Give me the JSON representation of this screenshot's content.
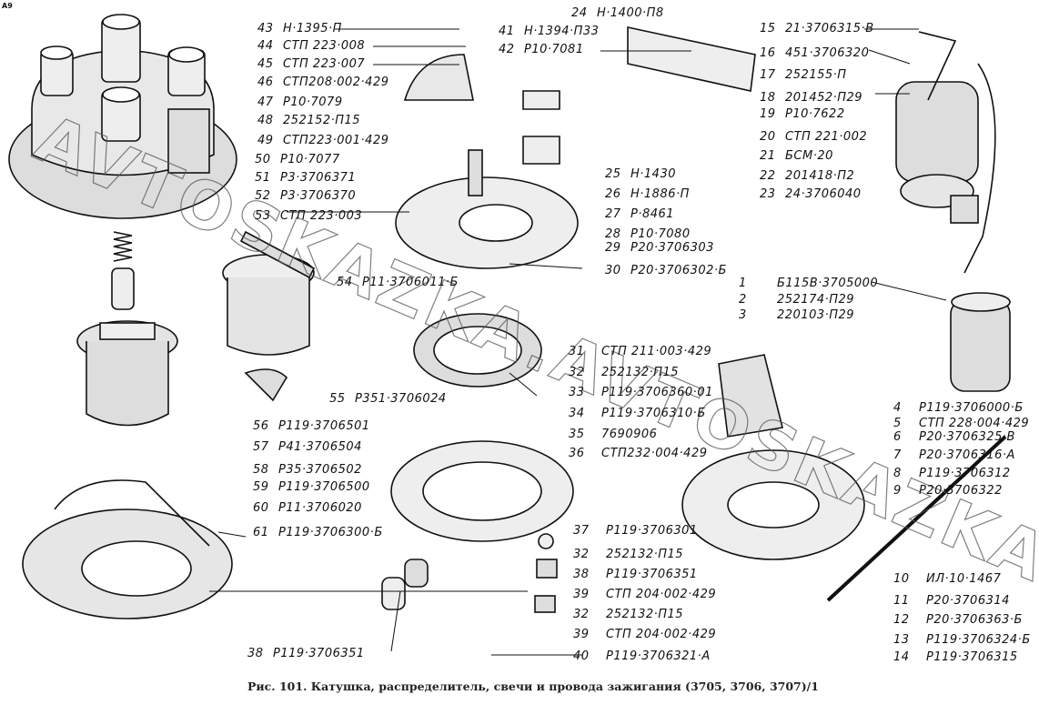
{
  "corner_mark": "A9",
  "watermark": "AVTOSKAZKA.AVTOSKAZKA.ONLINE",
  "caption": "Рис. 101. Катушка, распределитель, свечи и провода зажигания (3705, 3706, 3707)/1",
  "labels": [
    {
      "num": "43",
      "code": "Н·1395·П"
    },
    {
      "num": "44",
      "code": "СТП 223·008"
    },
    {
      "num": "45",
      "code": "СТП 223·007"
    },
    {
      "num": "46",
      "code": "СТП208·002·429"
    },
    {
      "num": "47",
      "code": "Р10·7079"
    },
    {
      "num": "48",
      "code": "252152·П15"
    },
    {
      "num": "49",
      "code": "СТП223·001·429"
    },
    {
      "num": "50",
      "code": "Р10·7077"
    },
    {
      "num": "51",
      "code": "Р3·3706371"
    },
    {
      "num": "52",
      "code": "Р3·3706370"
    },
    {
      "num": "53",
      "code": "СТП 223·003"
    },
    {
      "num": "54",
      "code": "Р11·3706011·Б"
    },
    {
      "num": "55",
      "code": "Р351·3706024"
    },
    {
      "num": "56",
      "code": "Р119·3706501"
    },
    {
      "num": "57",
      "code": "Р41·3706504"
    },
    {
      "num": "58",
      "code": "Р35·3706502"
    },
    {
      "num": "59",
      "code": "Р119·3706500"
    },
    {
      "num": "60",
      "code": "Р11·3706020"
    },
    {
      "num": "61",
      "code": "Р119·3706300·Б"
    },
    {
      "num": "41",
      "code": "Н·1394·П33"
    },
    {
      "num": "42",
      "code": "Р10·7081"
    },
    {
      "num": "24",
      "code": "Н·1400·П8"
    },
    {
      "num": "25",
      "code": "Н·1430"
    },
    {
      "num": "26",
      "code": "Н·1886·П"
    },
    {
      "num": "27",
      "code": "Р·8461"
    },
    {
      "num": "28",
      "code": "Р10·7080"
    },
    {
      "num": "29",
      "code": "Р20·3706303"
    },
    {
      "num": "30",
      "code": "Р20·3706302·Б"
    },
    {
      "num": "15",
      "code": "21·3706315·В"
    },
    {
      "num": "16",
      "code": "451·3706320"
    },
    {
      "num": "17",
      "code": "252155·П"
    },
    {
      "num": "18",
      "code": "201452·П29"
    },
    {
      "num": "19",
      "code": "Р10·7622"
    },
    {
      "num": "20",
      "code": "СТП 221·002"
    },
    {
      "num": "21",
      "code": "БСМ·20"
    },
    {
      "num": "22",
      "code": "201418·П2"
    },
    {
      "num": "23",
      "code": "24·3706040"
    },
    {
      "num": "1",
      "code": "Б115В·3705000"
    },
    {
      "num": "2",
      "code": "252174·П29"
    },
    {
      "num": "3",
      "code": "220103·П29"
    },
    {
      "num": "31",
      "code": "СТП 211·003·429"
    },
    {
      "num": "32",
      "code": "252132·П15"
    },
    {
      "num": "33",
      "code": "Р119·3706360·01"
    },
    {
      "num": "34",
      "code": "Р119·3706310·Б"
    },
    {
      "num": "35",
      "code": "7690906"
    },
    {
      "num": "36",
      "code": "СТП232·004·429"
    },
    {
      "num": "4",
      "code": "Р119·3706000·Б"
    },
    {
      "num": "5",
      "code": "СТП 228·004·429"
    },
    {
      "num": "6",
      "code": "Р20·3706325·В"
    },
    {
      "num": "7",
      "code": "Р20·3706316·А"
    },
    {
      "num": "8",
      "code": "Р119·3706312"
    },
    {
      "num": "9",
      "code": "Р20·3706322"
    },
    {
      "num": "37",
      "code": "Р119·3706301"
    },
    {
      "num": "32",
      "code": "252132·П15"
    },
    {
      "num": "38",
      "code": "Р119·3706351"
    },
    {
      "num": "39",
      "code": "СТП 204·002·429"
    },
    {
      "num": "32",
      "code": "252132·П15"
    },
    {
      "num": "39",
      "code": "СТП 204·002·429"
    },
    {
      "num": "40",
      "code": "Р119·3706321·А"
    },
    {
      "num": "38",
      "code": "Р119·3706351"
    },
    {
      "num": "10",
      "code": "ИЛ·10·1467"
    },
    {
      "num": "11",
      "code": "Р20·3706314"
    },
    {
      "num": "12",
      "code": "Р20·3706363·Б"
    },
    {
      "num": "13",
      "code": "Р119·3706324·Б"
    },
    {
      "num": "14",
      "code": "Р119·3706315"
    }
  ]
}
